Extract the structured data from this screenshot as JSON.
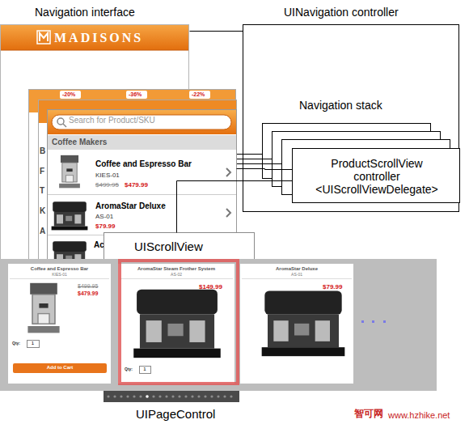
{
  "diagram": {
    "nodes": [
      {
        "text": [
          "Navigation interface",
          "MADISONS"
        ]
      },
      {
        "text": [
          "UINavigation controller"
        ]
      },
      {
        "text": [
          "ProductScrollView controller <UIScrollViewDelegate>"
        ],
        "in": 1
      },
      {
        "text": [
          "Search for Product/SKU",
          "Coffee Makers",
          "Coffee and Espresso Bar",
          "KIES-01",
          "$499.95",
          "$479.99",
          "AromaStar Deluxe",
          "AS-01",
          "$79.99",
          "Ac"
        ]
      },
      {
        "text": [
          "UIScrollView"
        ]
      },
      {
        "text": [
          "Coffee and Espresso Bar",
          "KIES-01",
          "$499.95",
          "$479.99",
          "Qty:",
          "1",
          "Add to Cart"
        ]
      },
      {
        "text": [
          "AromaStar Steam Frother System",
          "AS-02",
          "$149.99",
          "Qty:",
          "1"
        ]
      },
      {
        "text": [
          "AromaStar Deluxe",
          "AS-01",
          "$79.99"
        ]
      },
      {
        "text": [
          "UIPageControl"
        ]
      }
    ],
    "edges": [
      {
        "from": 0,
        "to": 1,
        "arrow": "none"
      },
      {
        "from": 3,
        "to": 2,
        "arrow": "none"
      },
      {
        "from": 4,
        "to": 2,
        "arrow": "none"
      }
    ],
    "labels": [
      "Navigation stack",
      "-20%",
      "-36%",
      "-22%",
      "B",
      "F",
      "T",
      "K",
      "A",
      "智可网",
      "www.hzhike.net"
    ]
  }
}
